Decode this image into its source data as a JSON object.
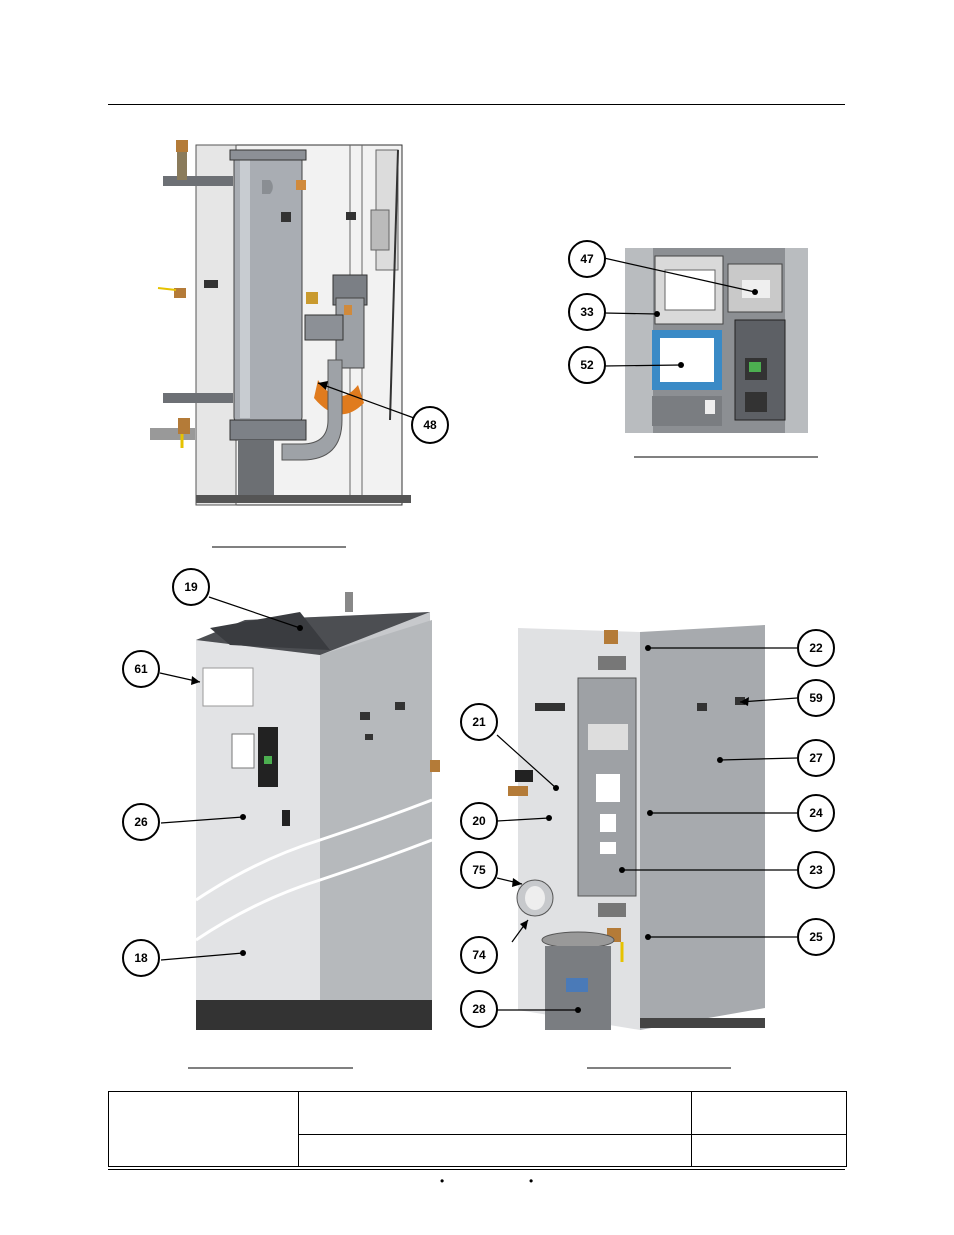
{
  "callouts": [
    {
      "id": "c47",
      "label": "47"
    },
    {
      "id": "c33",
      "label": "33"
    },
    {
      "id": "c52",
      "label": "52"
    },
    {
      "id": "c48",
      "label": "48"
    },
    {
      "id": "c19",
      "label": "19"
    },
    {
      "id": "c61",
      "label": "61"
    },
    {
      "id": "c26",
      "label": "26"
    },
    {
      "id": "c18",
      "label": "18"
    },
    {
      "id": "c22",
      "label": "22"
    },
    {
      "id": "c59",
      "label": "59"
    },
    {
      "id": "c21",
      "label": "21"
    },
    {
      "id": "c27",
      "label": "27"
    },
    {
      "id": "c20",
      "label": "20"
    },
    {
      "id": "c24",
      "label": "24"
    },
    {
      "id": "c75",
      "label": "75"
    },
    {
      "id": "c23",
      "label": "23"
    },
    {
      "id": "c74",
      "label": "74"
    },
    {
      "id": "c25",
      "label": "25"
    },
    {
      "id": "c28",
      "label": "28"
    }
  ],
  "bullets": [
    "•",
    "•"
  ]
}
